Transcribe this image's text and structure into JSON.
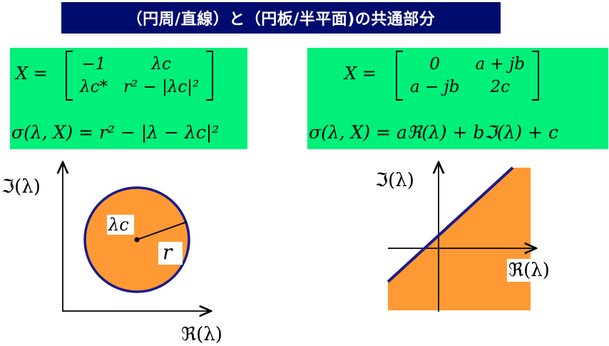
{
  "title": "（円周/直線）と（円板/半平面)の共通部分",
  "left": {
    "matrix_lhs": "X =",
    "matrix": [
      "−1",
      "λc",
      "λc*",
      "r² − |λc|²"
    ],
    "sigma": "σ(λ, X) = r² − |λ − λc|²",
    "labels": {
      "imag_axis": "ℑ(λ)",
      "real_axis": "ℜ(λ)",
      "center": "λc",
      "radius": "r"
    }
  },
  "right": {
    "matrix_lhs": "X =",
    "matrix": [
      "0",
      "a + jb",
      "a − jb",
      "2c"
    ],
    "sigma": "σ(λ, X) = aℜ(λ) + bℑ(λ) + c",
    "labels": {
      "imag_axis": "ℑ(λ)",
      "real_axis": "ℜ(λ)"
    }
  },
  "colors": {
    "title_bg": "#000b6e",
    "box_bg": "#00f07a",
    "fill": "#ff9933",
    "edge": "#1a1a8c"
  }
}
